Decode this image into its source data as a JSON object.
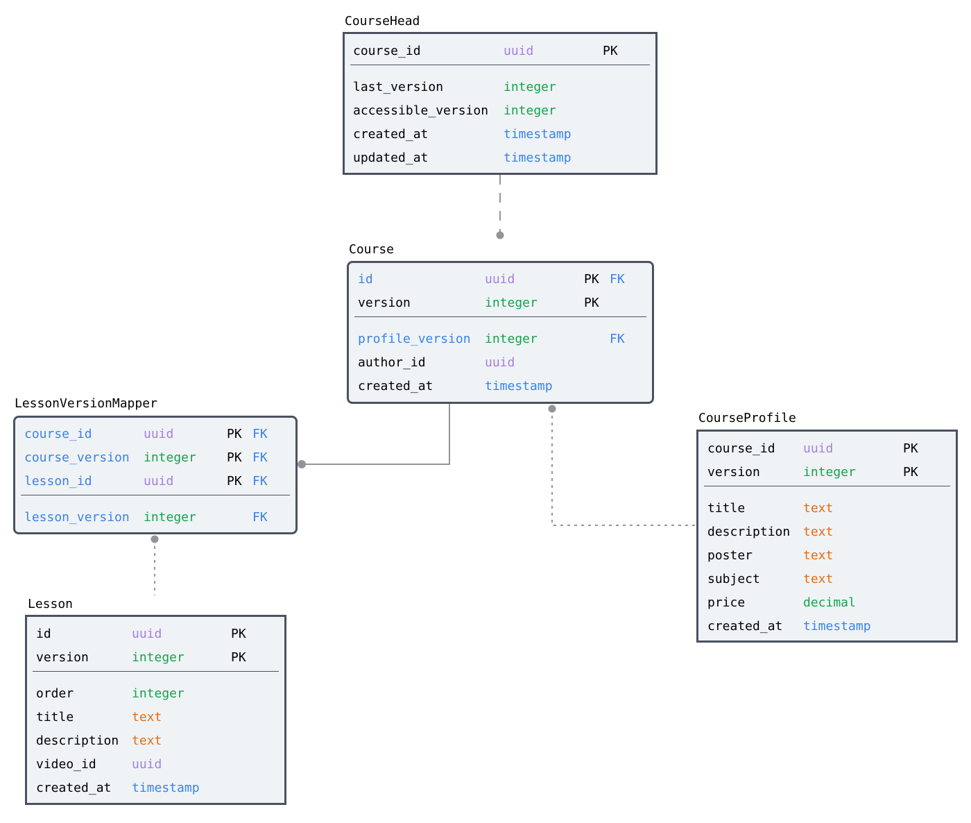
{
  "colors": {
    "border": "#4c5160",
    "fill": "#eff3f6",
    "key_field": "#3b82e6",
    "uuid": "#a87ee0",
    "integer": "#16a34a",
    "decimal": "#16a34a",
    "timestamp": "#3b82e6",
    "text": "#ea6a0c",
    "connector": "#929499"
  },
  "tables": {
    "coursehead": {
      "title": "CourseHead",
      "pk_rows": [
        {
          "name": "course_id",
          "type": "uuid",
          "pk": "PK",
          "fk": ""
        }
      ],
      "rows": [
        {
          "name": "last_version",
          "type": "integer",
          "pk": "",
          "fk": ""
        },
        {
          "name": "accessible_version",
          "type": "integer",
          "pk": "",
          "fk": ""
        },
        {
          "name": "created_at",
          "type": "timestamp",
          "pk": "",
          "fk": ""
        },
        {
          "name": "updated_at",
          "type": "timestamp",
          "pk": "",
          "fk": ""
        }
      ]
    },
    "course": {
      "title": "Course",
      "pk_rows": [
        {
          "name": "id",
          "type": "uuid",
          "pk": "PK",
          "fk": "FK"
        },
        {
          "name": "version",
          "type": "integer",
          "pk": "PK",
          "fk": ""
        }
      ],
      "rows": [
        {
          "name": "profile_version",
          "type": "integer",
          "pk": "",
          "fk": "FK"
        },
        {
          "name": "author_id",
          "type": "uuid",
          "pk": "",
          "fk": ""
        },
        {
          "name": "created_at",
          "type": "timestamp",
          "pk": "",
          "fk": ""
        }
      ]
    },
    "lessonversionmapper": {
      "title": "LessonVersionMapper",
      "pk_rows": [
        {
          "name": "course_id",
          "type": "uuid",
          "pk": "PK",
          "fk": "FK"
        },
        {
          "name": "course_version",
          "type": "integer",
          "pk": "PK",
          "fk": "FK"
        },
        {
          "name": "lesson_id",
          "type": "uuid",
          "pk": "PK",
          "fk": "FK"
        }
      ],
      "rows": [
        {
          "name": "lesson_version",
          "type": "integer",
          "pk": "",
          "fk": "FK"
        }
      ]
    },
    "courseprofile": {
      "title": "CourseProfile",
      "pk_rows": [
        {
          "name": "course_id",
          "type": "uuid",
          "pk": "PK",
          "fk": ""
        },
        {
          "name": "version",
          "type": "integer",
          "pk": "PK",
          "fk": ""
        }
      ],
      "rows": [
        {
          "name": "title",
          "type": "text",
          "pk": "",
          "fk": ""
        },
        {
          "name": "description",
          "type": "text",
          "pk": "",
          "fk": ""
        },
        {
          "name": "poster",
          "type": "text",
          "pk": "",
          "fk": ""
        },
        {
          "name": "subject",
          "type": "text",
          "pk": "",
          "fk": ""
        },
        {
          "name": "price",
          "type": "decimal",
          "pk": "",
          "fk": ""
        },
        {
          "name": "created_at",
          "type": "timestamp",
          "pk": "",
          "fk": ""
        }
      ]
    },
    "lesson": {
      "title": "Lesson",
      "pk_rows": [
        {
          "name": "id",
          "type": "uuid",
          "pk": "PK",
          "fk": ""
        },
        {
          "name": "version",
          "type": "integer",
          "pk": "PK",
          "fk": ""
        }
      ],
      "rows": [
        {
          "name": "order",
          "type": "integer",
          "pk": "",
          "fk": ""
        },
        {
          "name": "title",
          "type": "text",
          "pk": "",
          "fk": ""
        },
        {
          "name": "description",
          "type": "text",
          "pk": "",
          "fk": ""
        },
        {
          "name": "video_id",
          "type": "uuid",
          "pk": "",
          "fk": ""
        },
        {
          "name": "created_at",
          "type": "timestamp",
          "pk": "",
          "fk": ""
        }
      ]
    }
  }
}
